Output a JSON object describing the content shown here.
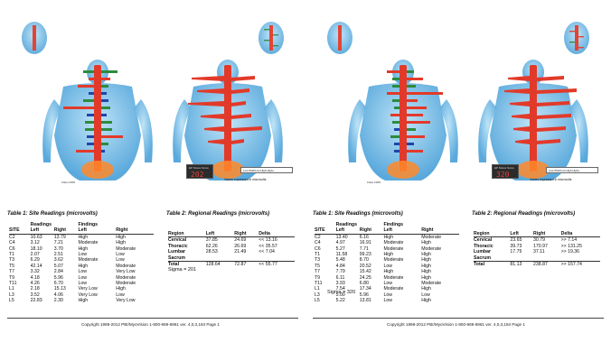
{
  "colors": {
    "body_blue": "#6fb8e6",
    "spine_red": "#e23a2a",
    "bar_green": "#2e8b3d",
    "bar_blue": "#2244aa"
  },
  "reports": [
    {
      "score_label": "EP Stress Score",
      "score_value": "202",
      "legend_text": "Low  Mod/Low  High  High+",
      "units_note": "Values expressed in microvolts",
      "small_label": "Cross 1 MV2",
      "t1_title": "Table 1:  Site Readings (microvolts)",
      "t2_title": "Table 2:  Regional Readings (microvolts)",
      "t1_group": {
        "readings": "Readings",
        "findings": "Findings"
      },
      "t1_cols": [
        "SITE",
        "Left",
        "Right",
        "Left",
        "Right"
      ],
      "t1_rows": [
        [
          "C2",
          "10.63",
          "13.79",
          "High",
          "High"
        ],
        [
          "C4",
          "3.12",
          "7.21",
          "Moderate",
          "High"
        ],
        [
          "C6",
          "18.10",
          "3.70",
          "High",
          "Moderate"
        ],
        [
          "T1",
          "2.07",
          "2.51",
          "Low",
          "Low"
        ],
        [
          "T3",
          "6.29",
          "3.62",
          "Moderate",
          "Low"
        ],
        [
          "T5",
          "42.14",
          "5.07",
          "High",
          "Moderate"
        ],
        [
          "T7",
          "3.32",
          "2.84",
          "Low",
          "Very Low"
        ],
        [
          "T9",
          "4.18",
          "5.96",
          "Low",
          "Moderate"
        ],
        [
          "T11",
          "4.26",
          "6.70",
          "Low",
          "Moderate"
        ],
        [
          "L1",
          "2.18",
          "15.13",
          "Very Low",
          "High"
        ],
        [
          "L3",
          "3.52",
          "4.06",
          "Very Low",
          "Low"
        ],
        [
          "L5",
          "22.83",
          "2.30",
          "High",
          "Very Low"
        ]
      ],
      "t2_cols": [
        "Region",
        "Left",
        "Right",
        "Delta"
      ],
      "t2_rows": [
        [
          "Cervical",
          "37.85",
          "24.69",
          "<< 13.16"
        ],
        [
          "Thoracic",
          "62.26",
          "26.69",
          "<< 35.57"
        ],
        [
          "Lumbar",
          "28.53",
          "21.49",
          "<< 7.04"
        ],
        [
          "Sacrum",
          "",
          "",
          ""
        ]
      ],
      "t2_total": [
        "Total",
        "128.64",
        "72.87",
        "<< 55.77"
      ],
      "sigma": "Sigma = 201",
      "copyright": "Copyright 1998-2012 PBI/MyoVision 1-800-969-6961  ver.   4,0,3,184  Page 1"
    },
    {
      "score_label": "EP Stress Score",
      "score_value": "320",
      "legend_text": "Low  Mod/Low  High  High+",
      "units_note": "Values expressed in microvolts",
      "small_label": "Cross 1 MV2",
      "t1_title": "Table 1:  Site Readings (microvolts)",
      "t2_title": "Table 2:  Regional Readings (microvolts)",
      "t1_group": {
        "readings": "Readings",
        "findings": "Findings"
      },
      "t1_cols": [
        "SITE",
        "Left",
        "Right",
        "Left",
        "Right"
      ],
      "t1_rows": [
        [
          "C2",
          "13.40",
          "6.16",
          "High",
          "Moderate"
        ],
        [
          "C4",
          "4.97",
          "16.91",
          "Moderate",
          "High"
        ],
        [
          "C6",
          "5.27",
          "7.71",
          "Moderate",
          "Moderate"
        ],
        [
          "T1",
          "11.58",
          "99.23",
          "High",
          "High"
        ],
        [
          "T3",
          "5.48",
          "8.70",
          "Moderate",
          "High"
        ],
        [
          "T5",
          "4.84",
          "20.52",
          "Low",
          "High"
        ],
        [
          "T7",
          "7.79",
          "15.42",
          "High",
          "High"
        ],
        [
          "T9",
          "6.11",
          "24.25",
          "Moderate",
          "High"
        ],
        [
          "T11",
          "3.93",
          "6.80",
          "Low",
          "Moderate"
        ],
        [
          "L1",
          "7.54",
          "17.34",
          "Moderate",
          "High"
        ],
        [
          "L3",
          "5.00",
          "5.96",
          "Low",
          "Low"
        ],
        [
          "L5",
          "5.22",
          "13.81",
          "Low",
          "High"
        ]
      ],
      "t2_cols": [
        "Region",
        "Left",
        "Right",
        "Delta"
      ],
      "t2_rows": [
        [
          "Cervical",
          "23.65",
          "30.79",
          ">> 7.14"
        ],
        [
          "Thoracic",
          "39.73",
          "170.97",
          ">> 131.25"
        ],
        [
          "Lumbar",
          "17.75",
          "37.11",
          ">> 19.36"
        ],
        [
          "Sacrum",
          "",
          "",
          ""
        ]
      ],
      "t2_total": [
        "Total",
        "81.13",
        "238.87",
        ">> 157.74"
      ],
      "sigma": "Sigma = 320",
      "copyright": "Copyright 1998-2012 PBI/MyoVision 1-800-969-6961  ver.   4,0,3,184  Page 1"
    }
  ]
}
